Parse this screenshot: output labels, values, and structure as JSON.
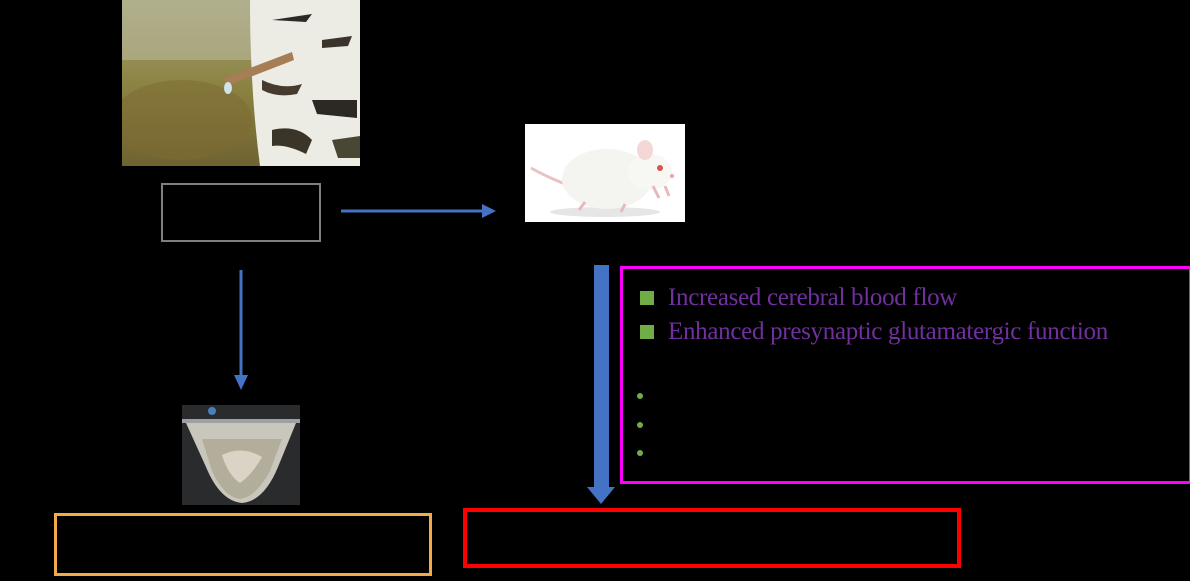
{
  "effects": {
    "items": [
      "Increased cerebral blood flow",
      "Enhanced presynaptic glutamatergic function"
    ],
    "extra_bullets": 3
  },
  "colors": {
    "background": "#000000",
    "arrow": "#4472c4",
    "effects_border": "#ff00ff",
    "effects_text": "#7030a0",
    "bullet": "#70ad47",
    "orange_border": "#f2ab4b",
    "red_border": "#ff0000",
    "label_border": "#7f7f7f"
  },
  "pictures": {
    "birch_sap": "birch-tree-tap-photo",
    "rat": "white-rat-photo",
    "tube": "powder-tube-photo"
  }
}
